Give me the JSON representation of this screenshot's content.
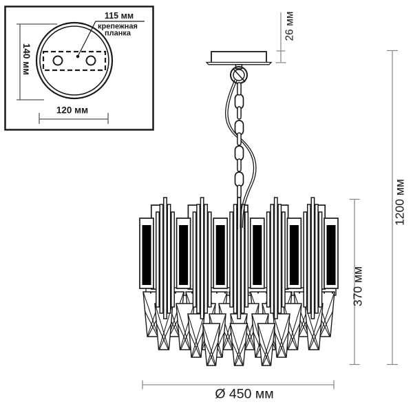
{
  "colors": {
    "ink": "#1a1a1a",
    "dimension_line": "#8a8a8a",
    "inset_dimension_line": "#555555",
    "background": "#ffffff",
    "panel_fill": "#000000"
  },
  "inset": {
    "holes_distance_label": "115 мм",
    "mount_plate_label_line1": "крепежная",
    "mount_plate_label_line2": "планка",
    "canopy_diameter_label": "140 мм",
    "plate_width_label": "120 мм"
  },
  "main": {
    "canopy_thickness_label": "26 мм",
    "overall_height_label": "1200 мм",
    "body_height_label": "370 мм",
    "diameter_label": "Ø 450 мм"
  }
}
